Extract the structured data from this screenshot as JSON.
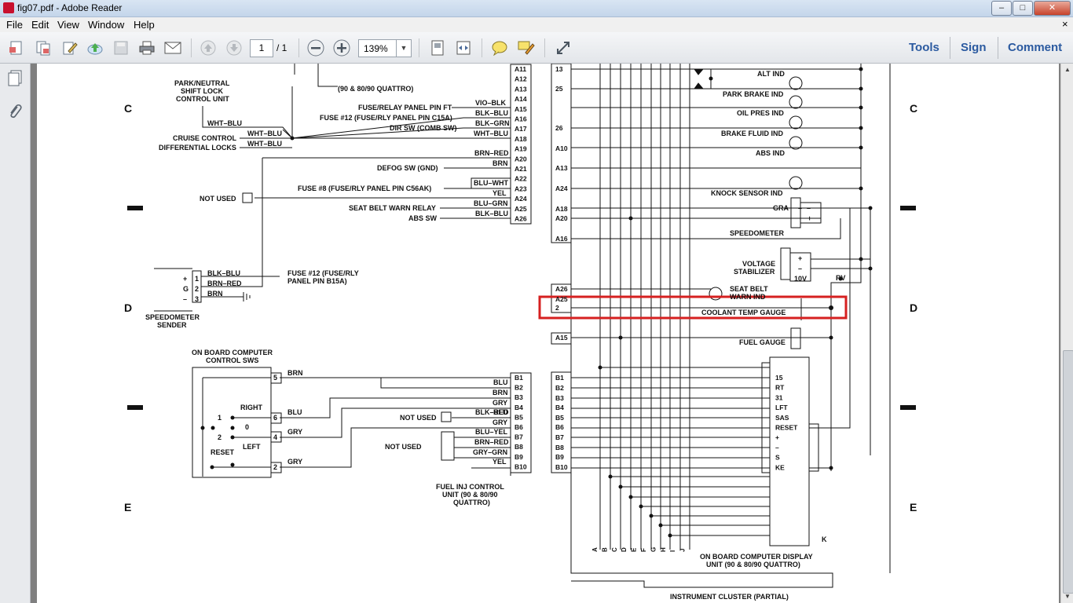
{
  "window": {
    "title": "fig07.pdf - Adobe Reader",
    "minimize": "‒",
    "maximize": "□",
    "close": "✕"
  },
  "menu": [
    "File",
    "Edit",
    "View",
    "Window",
    "Help"
  ],
  "toolbar": {
    "page_current": "1",
    "page_total": "/ 1",
    "zoom": "139%"
  },
  "right_links": {
    "tools": "Tools",
    "sign": "Sign",
    "comment": "Comment"
  },
  "icons": {
    "create": "create-pdf-icon",
    "combine": "combine-icon",
    "edit": "edit-icon",
    "upload": "upload-icon",
    "save": "save-icon",
    "print": "print-icon",
    "email": "email-icon",
    "prev": "prev-page-icon",
    "next": "next-page-icon",
    "zoom_out": "zoom-out-icon",
    "zoom_in": "zoom-in-icon",
    "fit_page": "fit-page-icon",
    "fit_width": "fit-width-icon",
    "comment": "comment-icon",
    "highlight": "highlight-icon",
    "fullscreen": "expand-icon",
    "pages": "pages-icon",
    "attach": "attachment-icon"
  },
  "diagram": {
    "row_labels": {
      "c": "C",
      "d": "D",
      "e": "E"
    },
    "top": {
      "park_neutral": [
        "PARK/NEUTRAL",
        "SHIFT LOCK",
        "CONTROL UNIT"
      ],
      "quattro_note": "(90 & 80/90 QUATTRO)",
      "whtblu": "WHT–BLU",
      "cruise": "CRUISE CONTROL",
      "diff": "DIFFERENTIAL LOCKS",
      "fuse_relay": "FUSE/RELAY PANEL PIN FT",
      "fuse12": "FUSE #12 (FUSE/RLY PANEL PIN C15A)",
      "dir_sw": "DIR SW (COMB SW)",
      "defog": "DEFOG SW (GND)",
      "fuse8": "FUSE #8 (FUSE/RLY PANEL PIN C56AK)",
      "not_used": "NOT USED",
      "seat_belt_relay": "SEAT BELT WARN RELAY",
      "abs_sw": "ABS SW",
      "wires": [
        "VIO–BLK",
        "BLK–BLU",
        "BLK–GRN",
        "WHT–BLU",
        "BRN–RED",
        "BRN",
        "BLU–WHT",
        "YEL",
        "BLU–GRN",
        "BLK–BLU"
      ],
      "pins": [
        "A11",
        "A12",
        "A13",
        "A14",
        "A15",
        "A16",
        "A17",
        "A18",
        "A19",
        "A20",
        "A21",
        "A22",
        "A23",
        "A24",
        "A25",
        "A26"
      ]
    },
    "speedo_sender": {
      "label": [
        "SPEEDOMETER",
        "SENDER"
      ],
      "wires": [
        "BLK–BLU",
        "BRN–RED",
        "BRN"
      ],
      "pins": [
        "1",
        "2",
        "3"
      ],
      "signs": [
        "+",
        "G",
        "–"
      ],
      "fuse": [
        "FUSE #12 (FUSE/RLY",
        "PANEL PIN B15A)"
      ]
    },
    "computer_sws": {
      "title": [
        "ON BOARD COMPUTER",
        "CONTROL SWS"
      ],
      "right": "RIGHT",
      "left": "LEFT",
      "reset": "RESET",
      "pos": [
        "1",
        "0",
        "2"
      ],
      "pins": [
        "5",
        "6",
        "4",
        "2"
      ],
      "wires": [
        "BRN",
        "BLU",
        "GRY",
        "GRY"
      ]
    },
    "b_section": {
      "wires": [
        "BLU",
        "BRN",
        "GRY",
        "BLU",
        "BLK–RED",
        "GRY",
        "BLU–YEL",
        "BRN–RED",
        "GRY–GRN",
        "YEL"
      ],
      "pins": [
        "B1",
        "B2",
        "B3",
        "B4",
        "B5",
        "B6",
        "B7",
        "B8",
        "B9",
        "B10"
      ],
      "not_used": "NOT USED",
      "fuel_inj": [
        "FUEL INJ CONTROL",
        "UNIT (90 & 80/90",
        "QUATTRO)"
      ]
    },
    "cluster": {
      "left_pins": [
        "13",
        "25",
        "26",
        "A10",
        "A13",
        "A24",
        "A18",
        "A20",
        "A16",
        "A26",
        "A25",
        "2",
        "A15",
        "B1",
        "B2",
        "B3",
        "B4",
        "B5",
        "B6",
        "B7",
        "B8",
        "B9",
        "B10"
      ],
      "indicators": [
        "ALT IND",
        "PARK BRAKE IND",
        "OIL PRES IND",
        "BRAKE FLUID IND",
        "ABS IND",
        "KNOCK SENSOR IND"
      ],
      "gra": "GRA",
      "speedometer": "SPEEDOMETER",
      "voltage": [
        "VOLTAGE",
        "STABILIZER"
      ],
      "ten_v": "10V",
      "rv": "RV",
      "seat_belt": [
        "SEAT BELT",
        "WARN IND"
      ],
      "coolant": "COOLANT TEMP GAUGE",
      "fuel_gauge": "FUEL GAUGE",
      "display_pins": [
        "15",
        "RT",
        "31",
        "LFT",
        "SAS",
        "RESET",
        "+",
        "–",
        "S",
        "KE"
      ],
      "bottom_letters": [
        "A",
        "B",
        "C",
        "D",
        "E",
        "F",
        "G",
        "H",
        "I",
        "J"
      ],
      "k_label": "K",
      "display_label": [
        "ON BOARD COMPUTER DISPLAY",
        "UNIT (90 & 80/90 QUATTRO)"
      ],
      "cluster_label": "INSTRUMENT CLUSTER (PARTIAL)"
    }
  }
}
